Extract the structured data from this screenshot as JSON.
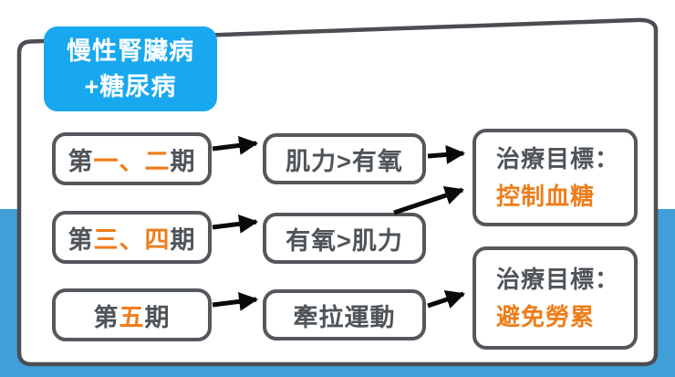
{
  "colors": {
    "header_blue": "#18A8F0",
    "background_blue": "#3F9FD6",
    "accent_orange": "#EE7D1A",
    "text_gray": "#4F5459",
    "border_gray": "#54585C",
    "arrow_black": "#0A0A0A"
  },
  "header": {
    "line1": "慢性腎臟病",
    "line2": "+糖尿病"
  },
  "stages": [
    {
      "prefix": "第",
      "number": "一、二",
      "suffix": "期"
    },
    {
      "prefix": "第",
      "number": "三、四",
      "suffix": "期"
    },
    {
      "prefix": "第",
      "number": "五",
      "suffix": "期"
    }
  ],
  "exercises": [
    {
      "label": "肌力>有氧"
    },
    {
      "label": "有氧>肌力"
    },
    {
      "label": "牽拉運動"
    }
  ],
  "goals": [
    {
      "label": "治療目標：",
      "value": "控制血糖"
    },
    {
      "label": "治療目標：",
      "value": "避免勞累"
    }
  ]
}
